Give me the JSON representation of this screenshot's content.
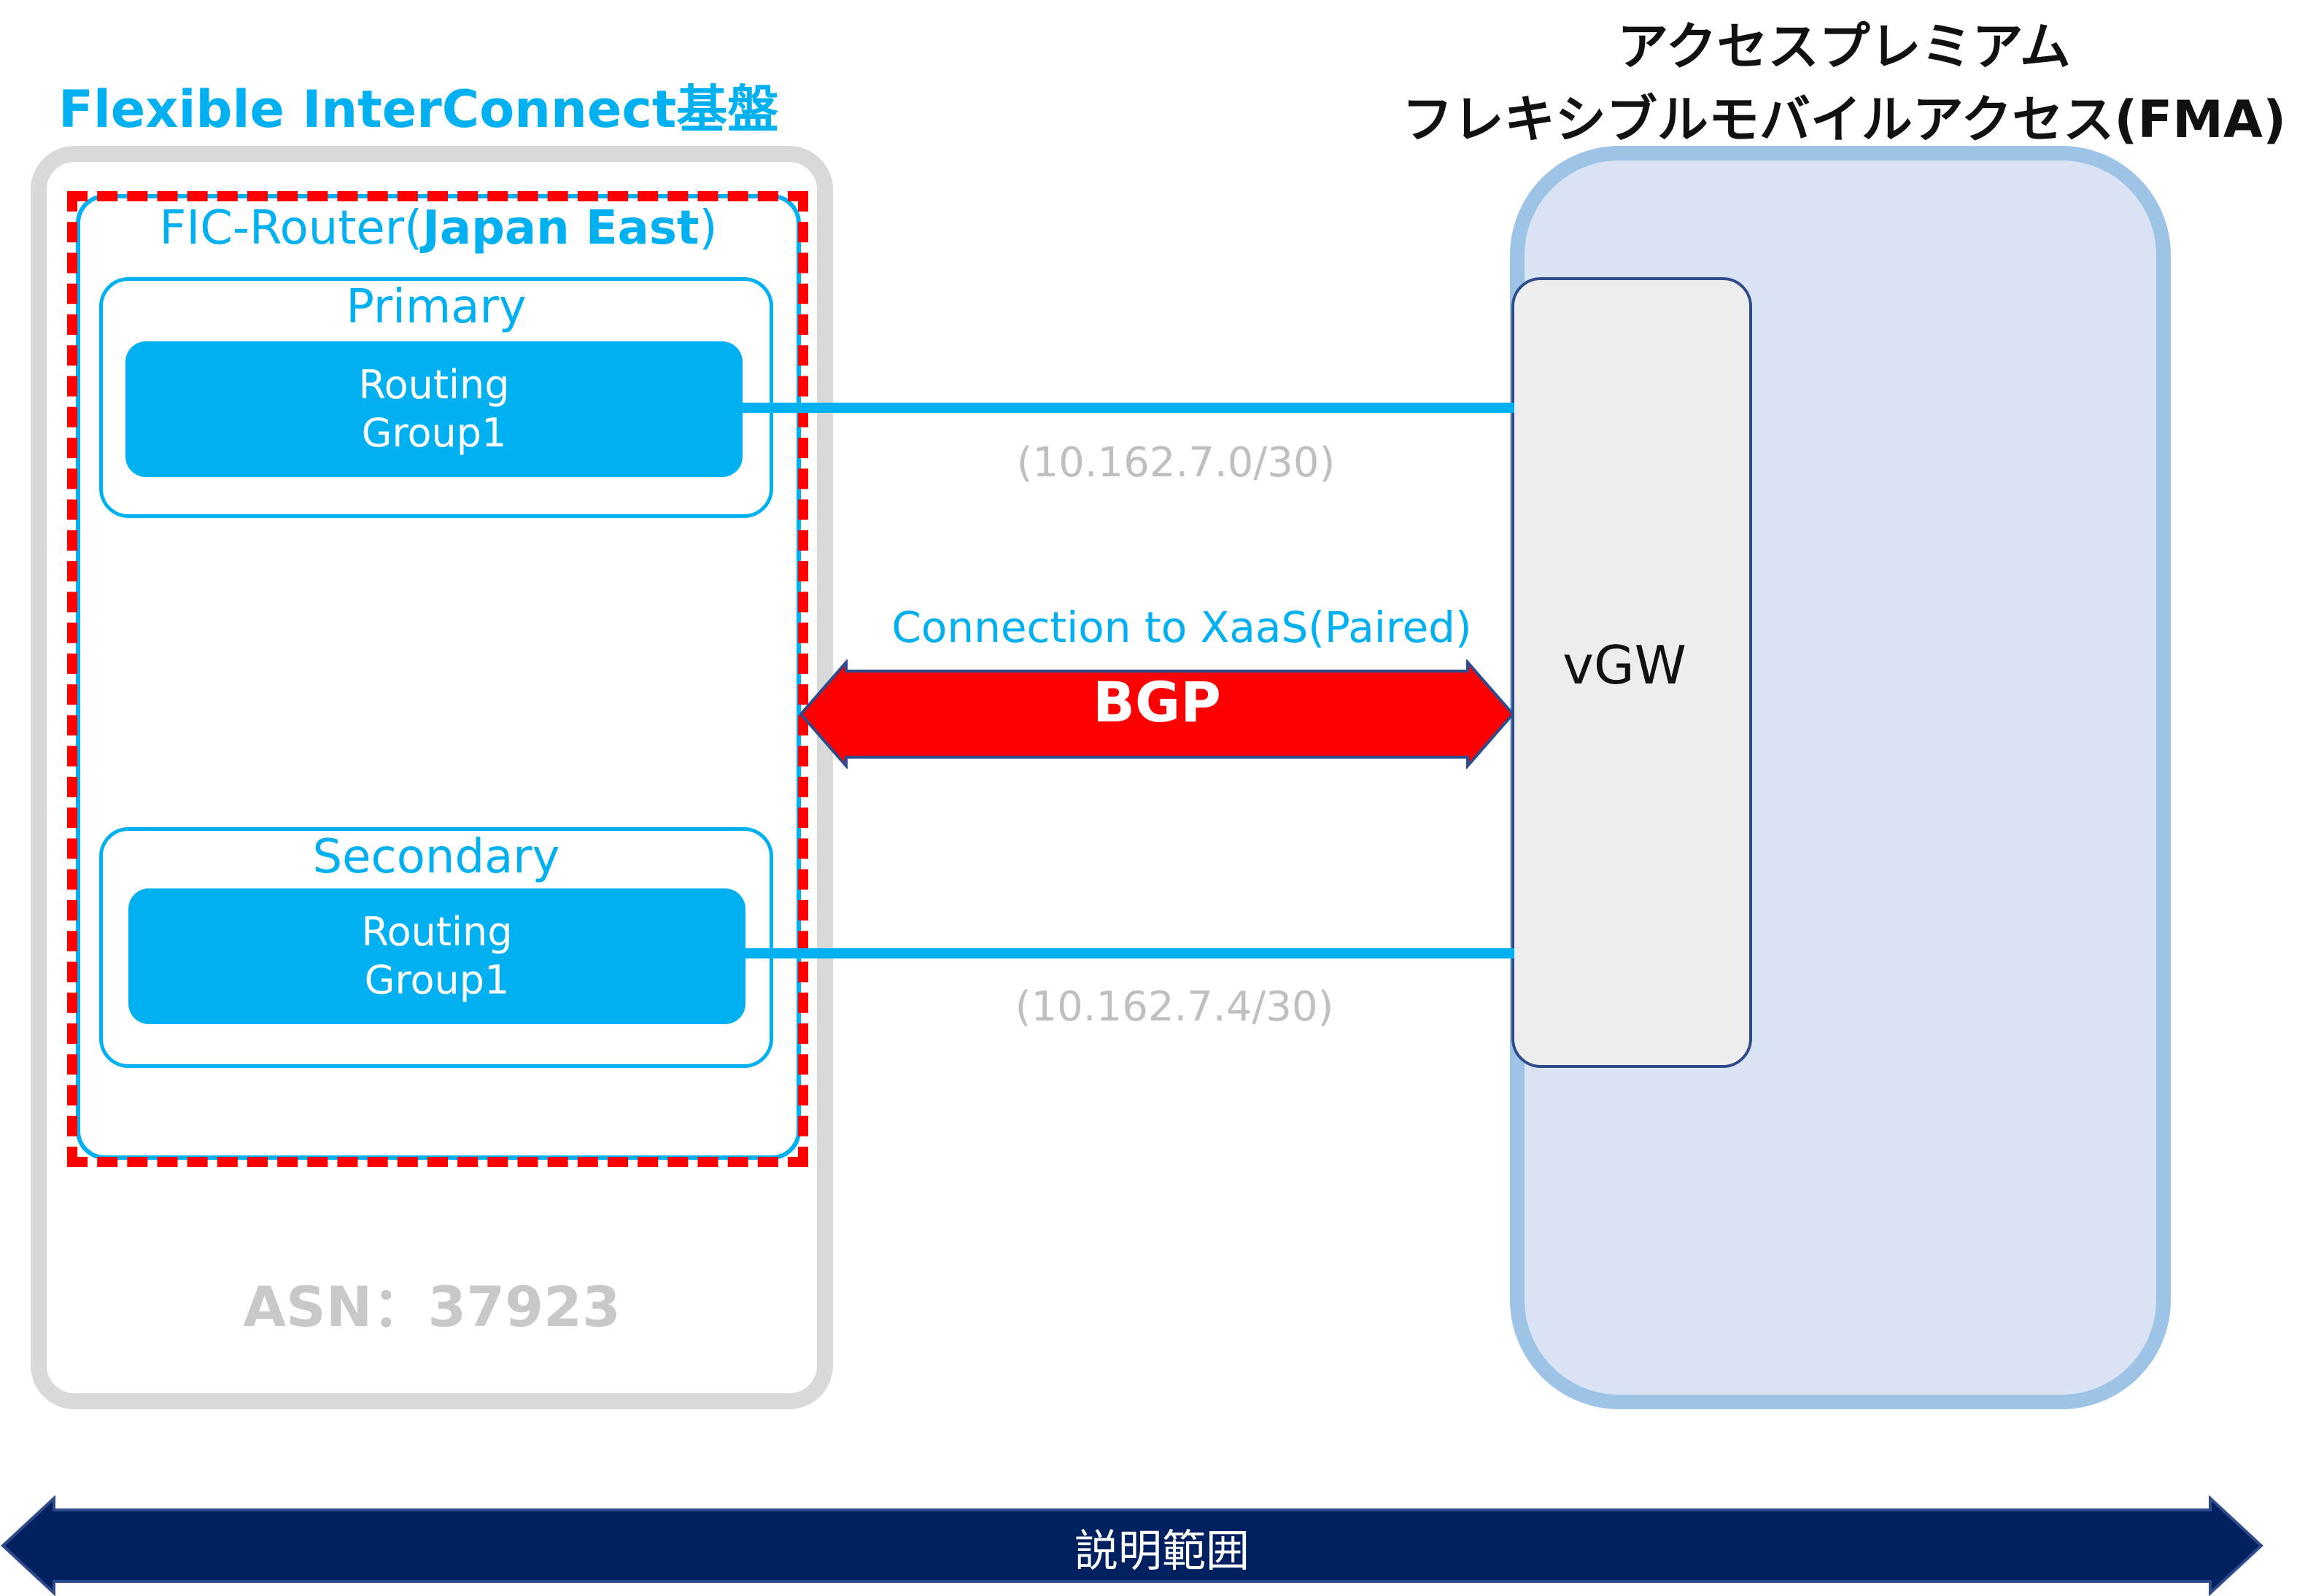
{
  "fic": {
    "title": "Flexible InterConnect基盤",
    "router_label_prefix": "FIC-Router(",
    "router_label_bold": "Japan East",
    "router_label_suffix": ")",
    "primary": {
      "title": "Primary",
      "rg_line1": "Routing",
      "rg_line2": "Group1"
    },
    "secondary": {
      "title": "Secondary",
      "rg_line1": "Routing",
      "rg_line2": "Group1"
    },
    "asn": "ASN：37923"
  },
  "fma": {
    "title_line1": "アクセスプレミアム",
    "title_line2": "フレキシブルモバイルアクセス(FMA)",
    "vgw": "vGW"
  },
  "links": {
    "primary_ip": "(10.162.7.0/30)",
    "secondary_ip": "(10.162.7.4/30)",
    "connection": "Connection to XaaS(Paired)",
    "protocol": "BGP"
  },
  "scope": {
    "label": "説明範囲"
  },
  "colors": {
    "fic_accent": "#00b0f0",
    "bgp_arrow": "#ff0000",
    "scope_arrow": "#002060",
    "fma_fill": "#dae3f3",
    "fma_border": "#9dc3e6"
  }
}
